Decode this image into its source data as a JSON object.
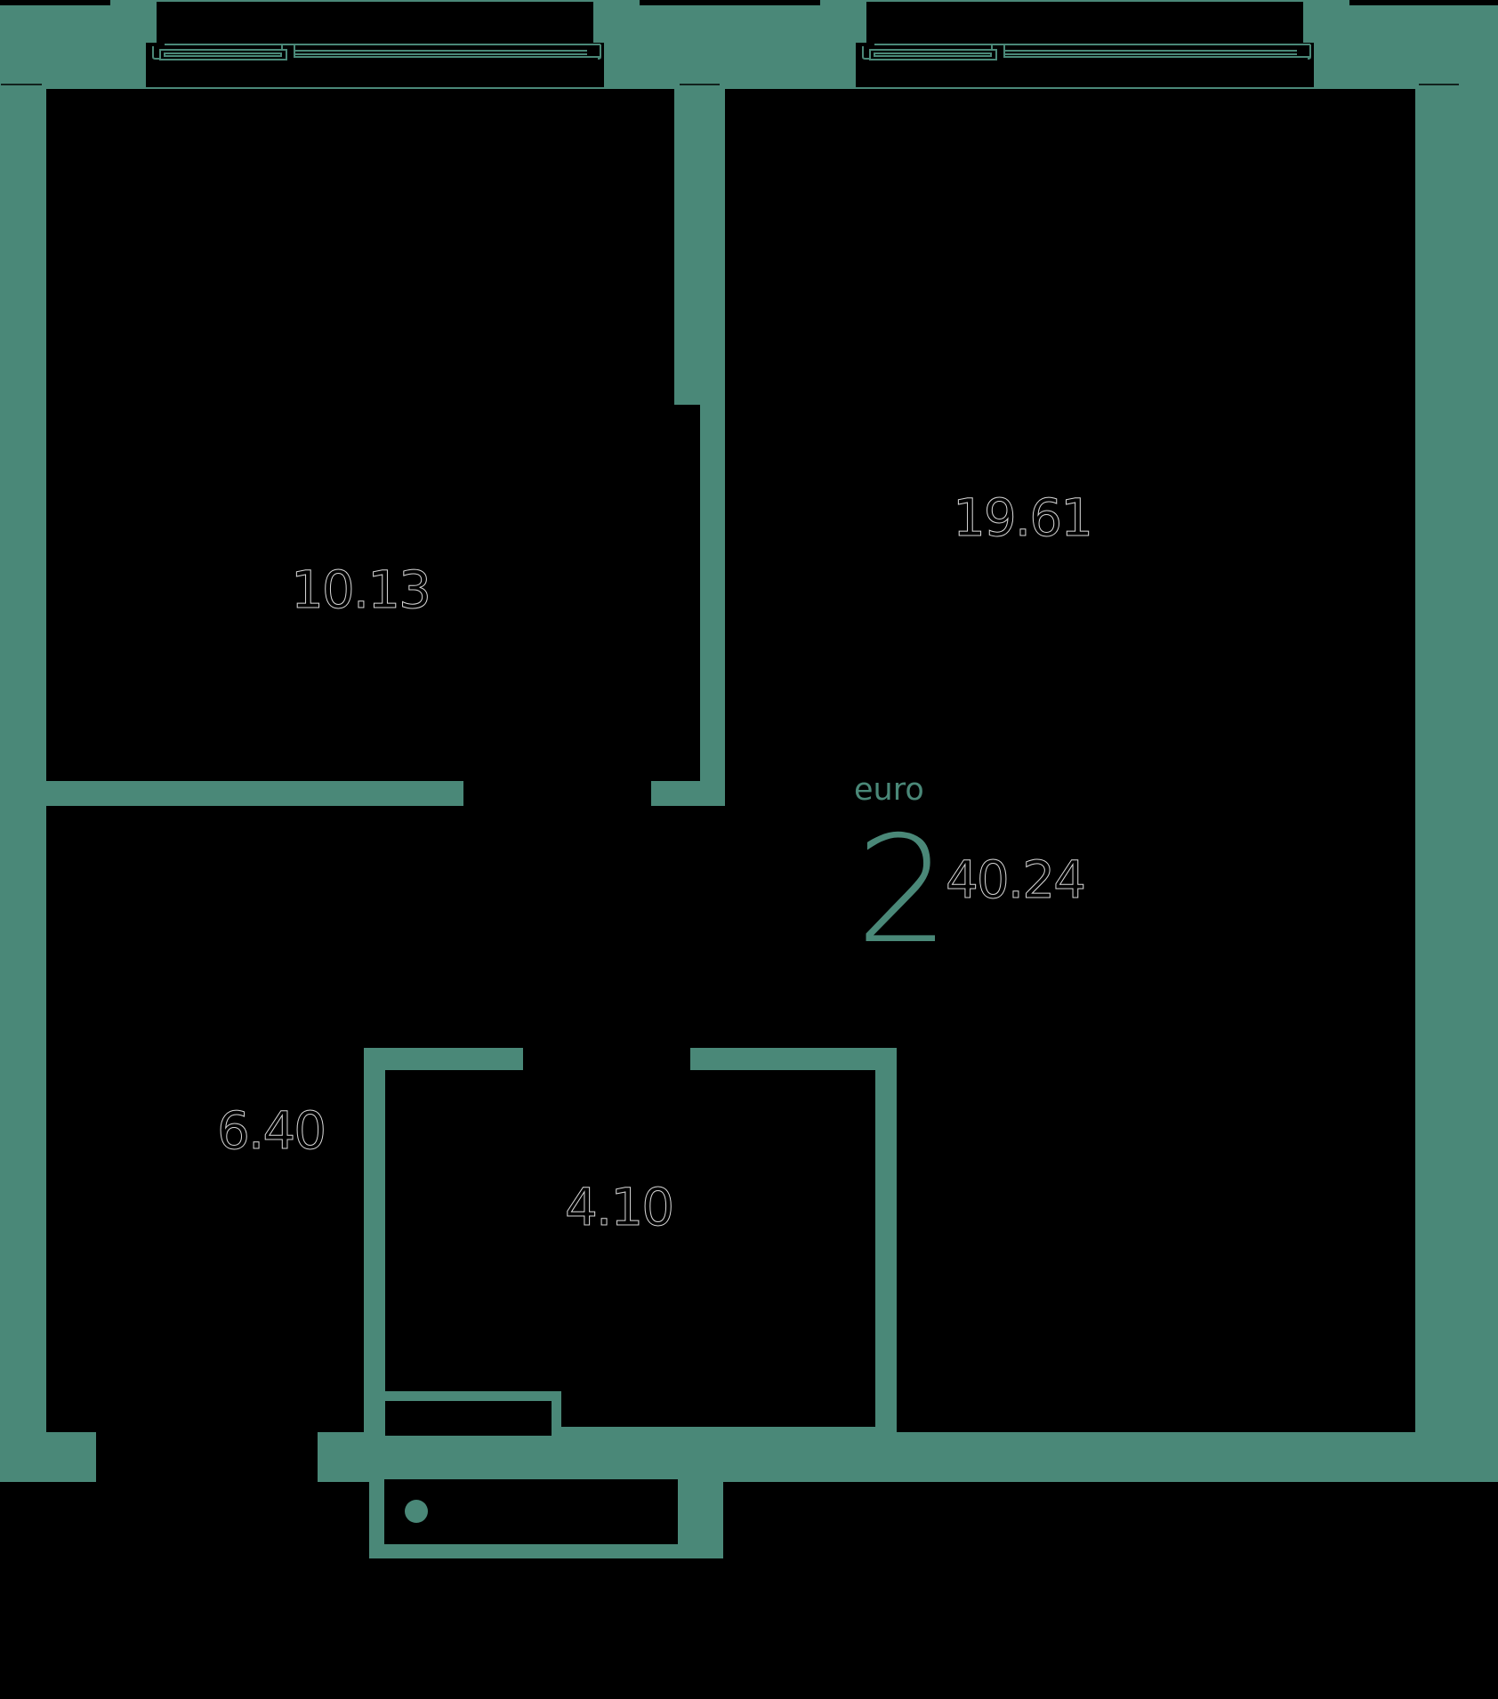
{
  "plan": {
    "wall_color": "#4A8878",
    "background_color": "#000000",
    "apartment_type": "euro",
    "rooms_count": "2",
    "total_area": "40.24"
  },
  "rooms": [
    {
      "id": "bedroom",
      "area": "10.13"
    },
    {
      "id": "living-kitchen",
      "area": "19.61"
    },
    {
      "id": "hallway",
      "area": "6.40"
    },
    {
      "id": "bathroom",
      "area": "4.10"
    }
  ],
  "windows": [
    {
      "id": "window-bedroom"
    },
    {
      "id": "window-living"
    }
  ]
}
